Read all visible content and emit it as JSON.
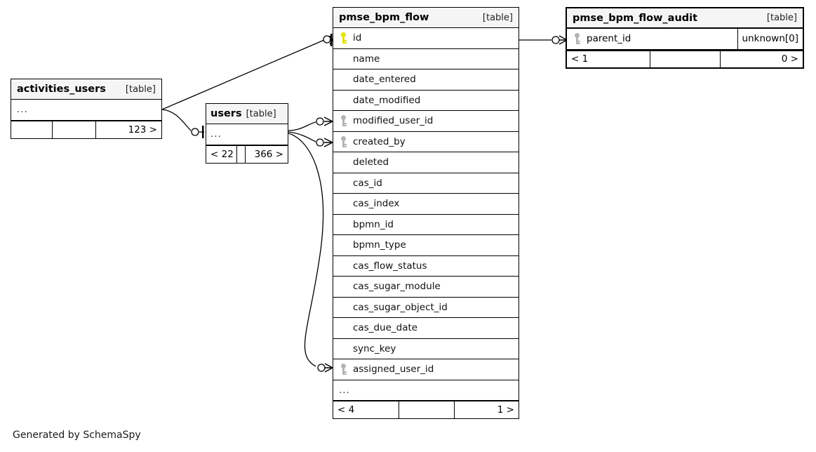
{
  "diagram": {
    "generator_caption": "Generated by SchemaSpy",
    "table_tag": "[table]",
    "ellipsis": "...",
    "colors": {
      "primary_key": "#e3e300",
      "foreign_key": "#b4b4b4",
      "header_bg": "#f5f5f5",
      "border": "#000000",
      "background": "#ffffff"
    }
  },
  "tables": {
    "activities_users": {
      "name": "activities_users",
      "tag": "[table]",
      "rows": [
        {
          "label": "...",
          "key": "none"
        }
      ],
      "footer": {
        "left": "",
        "middle": "",
        "right": "123 >"
      }
    },
    "users": {
      "name": "users",
      "tag": "[table]",
      "rows": [
        {
          "label": "...",
          "key": "none"
        }
      ],
      "footer": {
        "left": "< 22",
        "middle": "",
        "right": "366 >"
      }
    },
    "pmse_bpm_flow": {
      "name": "pmse_bpm_flow",
      "tag": "[table]",
      "rows": [
        {
          "label": "id",
          "key": "primary"
        },
        {
          "label": "name",
          "key": "none"
        },
        {
          "label": "date_entered",
          "key": "none"
        },
        {
          "label": "date_modified",
          "key": "none"
        },
        {
          "label": "modified_user_id",
          "key": "foreign"
        },
        {
          "label": "created_by",
          "key": "foreign"
        },
        {
          "label": "deleted",
          "key": "none"
        },
        {
          "label": "cas_id",
          "key": "none"
        },
        {
          "label": "cas_index",
          "key": "none"
        },
        {
          "label": "bpmn_id",
          "key": "none"
        },
        {
          "label": "bpmn_type",
          "key": "none"
        },
        {
          "label": "cas_flow_status",
          "key": "none"
        },
        {
          "label": "cas_sugar_module",
          "key": "none"
        },
        {
          "label": "cas_sugar_object_id",
          "key": "none"
        },
        {
          "label": "cas_due_date",
          "key": "none"
        },
        {
          "label": "sync_key",
          "key": "none"
        },
        {
          "label": "assigned_user_id",
          "key": "foreign"
        },
        {
          "label": "...",
          "key": "none"
        }
      ],
      "footer": {
        "left": "< 4",
        "middle": "",
        "right": "1 >"
      }
    },
    "pmse_bpm_flow_audit": {
      "name": "pmse_bpm_flow_audit",
      "tag": "[table]",
      "rows": [
        {
          "label": "parent_id",
          "key": "foreign",
          "right_label": "unknown[0]"
        }
      ],
      "footer": {
        "left": "< 1",
        "middle": "",
        "right": "0 >"
      }
    }
  },
  "relationships": [
    {
      "from": "activities_users",
      "to": "pmse_bpm_flow.id"
    },
    {
      "from": "activities_users",
      "to": "users"
    },
    {
      "from": "users",
      "to": "pmse_bpm_flow.modified_user_id"
    },
    {
      "from": "users",
      "to": "pmse_bpm_flow.created_by"
    },
    {
      "from": "users",
      "to": "pmse_bpm_flow.assigned_user_id"
    },
    {
      "from": "pmse_bpm_flow.id",
      "to": "pmse_bpm_flow_audit.parent_id"
    }
  ]
}
